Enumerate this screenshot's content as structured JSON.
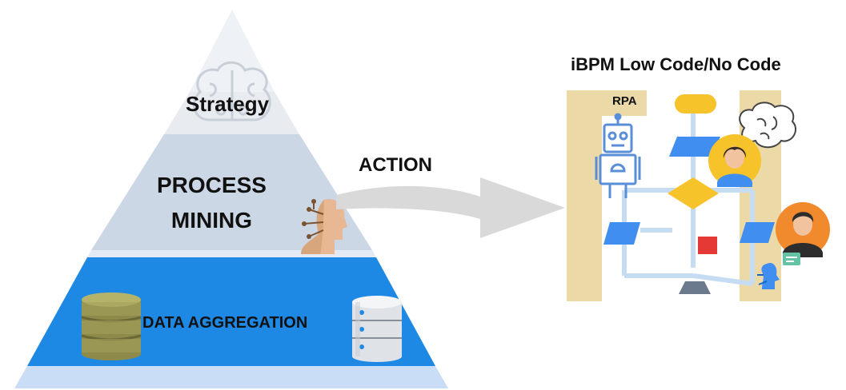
{
  "pyramid": {
    "top_label": "Strategy",
    "middle_label_line1": "PROCESS",
    "middle_label_line2": "MINING",
    "bottom_label": "DATA AGGREGATION",
    "colors": {
      "top": "#ebeef3",
      "middle": "#cfd9e7",
      "bottom": "#1e88e5",
      "band": "#e6edf7"
    }
  },
  "arrow": {
    "label": "ACTION",
    "color": "#d5d5d5"
  },
  "workflow": {
    "title": "iBPM Low Code/No Code",
    "rpa_label": "RPA",
    "colors": {
      "frame": "#ecd9a8",
      "connector": "#c6dcf3",
      "process": "#3f8ef0",
      "decision": "#f7c32b",
      "start": "#f7c32b",
      "flag": "#e53935"
    }
  },
  "icons": [
    "brain-icon",
    "ai-head-icon",
    "database-gold-icon",
    "database-server-icon",
    "robot-icon",
    "person-woman-icon",
    "person-man-icon",
    "brain-thought-icon",
    "ai-assistant-icon"
  ]
}
